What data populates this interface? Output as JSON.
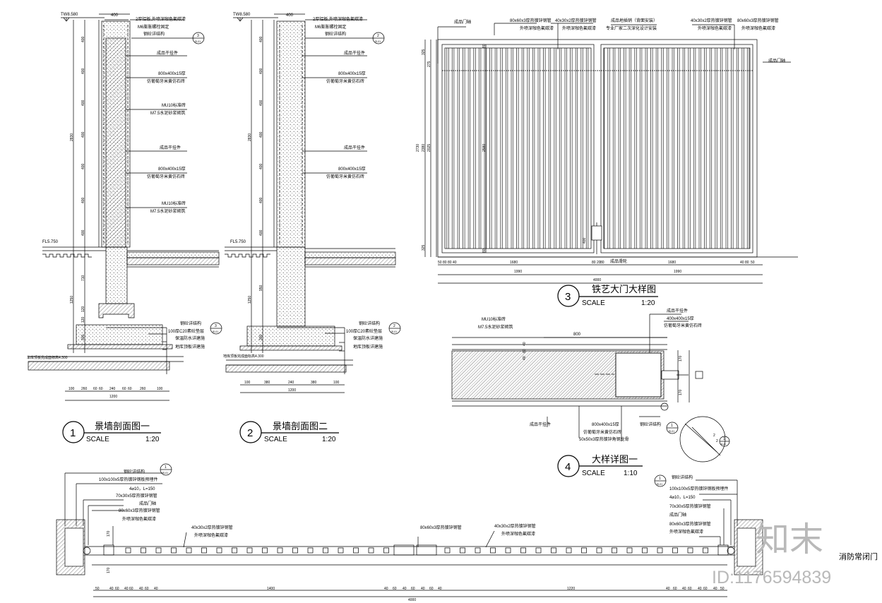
{
  "labels": {
    "tw1": "TW8.580",
    "tw2": "TW8.580",
    "fl1": "FL5.750",
    "fl2": "FL5.750",
    "bottom1": "车库顶板完成面标高4.300",
    "bottom2": "地库顶板完成面标高4.300",
    "s1_top": "2厚铝板,外喷深咖色氟碳漆",
    "s1_bolt": "M6膨胀螺栓固定",
    "s1_steel": "钢砼详结构",
    "s1_hang1": "成品干挂件",
    "s1_stone1a": "800x400x15厚",
    "s1_stone1b": "仿葡萄牙米黄仿石砖",
    "s1_brick1a": "MU10标准砖",
    "s1_brick1b": "M7.5水泥砂浆砌筑",
    "s1_hang2": "成品干挂件",
    "s1_stone2a": "800x400x15厚",
    "s1_stone2b": "仿葡萄牙米黄仿石砖",
    "s1_brick2a": "MU10标准砖",
    "s1_brick2b": "M7.5水泥砂浆砌筑",
    "s1_found1": "钢砼详结构",
    "s1_found2": "100厚C20素砼垫层",
    "s1_found3": "保温防水详建施",
    "s1_found4": "地库顶板详建施",
    "s2_top": "2厚铝板,外喷深咖色氟碳漆",
    "s2_bolt": "M6膨胀螺栓固定",
    "s2_steel": "钢砼详结构",
    "s2_hang1": "成品干挂件",
    "s2_stone1a": "800x400x15厚",
    "s2_stone1b": "仿葡萄牙米黄仿石砖",
    "s2_hang2": "成品干挂件",
    "s2_stone2a": "800x400x15厚",
    "s2_stone2b": "仿葡萄牙米黄仿石砖",
    "s2_found1": "钢砼详结构",
    "s2_found2": "100厚C20素砼垫层",
    "s2_found3": "保温防水详建施",
    "s2_found4": "地库顶板详建施",
    "g_hinge": "成品门轴",
    "g_pipe1a": "80x60x3厚热镀锌钢管",
    "g_pipe1b": "外喷深咖色氟碳漆",
    "g_pipe2a": "40x30x2厚热镀锌钢管",
    "g_pipe2b": "外喷深咖色氟碳漆",
    "g_lock1": "成品地插销（背面安装）",
    "g_lock2": "专业厂家二次深化设计安装",
    "g_pipe3a": "40x30x2厚热镀锌钢管",
    "g_pipe3b": "外喷深咖色氟碳漆",
    "g_pipe4a": "80x60x3厚热镀锌钢管",
    "g_pipe4b": "外喷深咖色氟碳漆",
    "g_hinge_r": "成品门轴",
    "g_rail": "成品滑轮",
    "d_brick1": "MU10标准砖",
    "d_brick2": "M7.5水泥砂浆砌筑",
    "d_hang": "成品干挂件",
    "d_stone1": "400x400x15厚",
    "d_stone2": "仿葡萄牙米黄仿石砖",
    "d_hang_b": "成品干挂件",
    "d_stone_b1": "800x400x15厚",
    "d_stone_b2": "仿葡萄牙米黄仿石砖",
    "d_steel_b": "50x50x3厚热镀锌角钢龙骨",
    "d_steel_c": "钢砼详结构",
    "p_steel": "钢砼详结构",
    "p_plate": "100x100x5厚热镀锌钢板预埋件",
    "p_bolt": "4⌀10，L=150",
    "p_pipe1": "70x30x5厚热镀锌钢管",
    "p_hinge": "成品门轴",
    "p_pipe2": "80x60x3厚热镀锌钢管",
    "p_paint": "外喷深咖色氟碳漆",
    "p_mid1a": "40x30x2厚热镀锌钢管",
    "p_mid1b": "外喷深咖色氟碳漆",
    "p_mid2": "80x60x3厚热镀锌钢管",
    "p_mid3a": "40x30x2厚热镀锌钢管",
    "p_mid3b": "外喷深咖色氟碳漆",
    "p_r_steel": "钢砼详结构",
    "p_r_plate": "100x100x5厚热镀锌钢板预埋件",
    "p_r_bolt": "4⌀10，L=150",
    "p_r_pipe1": "70x30x5厚热镀锌钢管",
    "p_r_hinge": "成品门轴",
    "p_r_pipe2": "80x60x3厚热镀锌钢管",
    "p_r_paint": "外喷深咖色氟碳漆",
    "fire_door": "消防常闭门",
    "id_text": "ID:1176594839",
    "brand": "知末"
  },
  "titles": {
    "t1": {
      "num": "1",
      "name": "景墙剖面图一",
      "scale_label": "SCALE",
      "scale": "1:20"
    },
    "t2": {
      "num": "2",
      "name": "景墙剖面图二",
      "scale_label": "SCALE",
      "scale": "1:20"
    },
    "t3": {
      "num": "3",
      "name": "铁艺大门大样图",
      "scale_label": "SCALE",
      "scale": "1:20"
    },
    "t4": {
      "num": "4",
      "name": "大样详图一",
      "scale_label": "SCALE",
      "scale": "1:10"
    }
  },
  "refs": {
    "r1": {
      "num": "3",
      "sheet": "JS-01"
    },
    "r2": {
      "num": "3",
      "sheet": "JS-01"
    },
    "r3": {
      "num": "2",
      "sheet": "JS-01"
    },
    "r4": {
      "num": "2",
      "sheet": "JS-01"
    },
    "r5": {
      "num": "1",
      "sheet": "JS-01"
    },
    "r6": {
      "num": "1",
      "sheet": "JS-01"
    },
    "r7": {
      "num": "1",
      "sheet": "JS-01"
    },
    "r8": {
      "num": "1",
      "sheet": "JS-01"
    }
  },
  "dims": {
    "s1_top": "400",
    "s1_v": [
      "400",
      "400",
      "400",
      "400",
      "400",
      "400",
      "400"
    ],
    "s1_total": "2830",
    "s1_below": [
      "710",
      "120",
      "120",
      "300"
    ],
    "s1_below_total": "1250",
    "s1_bottom": [
      "100",
      "260",
      "60",
      "60",
      "240",
      "60",
      "60",
      "260",
      "100"
    ],
    "s1_bottom_total": "1200",
    "s2_top": "400",
    "s2_v": [
      "400",
      "400",
      "400",
      "400",
      "400",
      "400",
      "400"
    ],
    "s2_total": "2830",
    "s2_below": [
      "950",
      "300"
    ],
    "s2_below_total": "1250",
    "s2_bottom": [
      "100",
      "380",
      "240",
      "380",
      "100"
    ],
    "s2_bottom_total": "1200",
    "g_left": [
      "325",
      "275",
      "2730",
      "2380",
      "2025",
      "325"
    ],
    "g_inner": [
      "80",
      "2580",
      "80"
    ],
    "g_bottom": [
      "50",
      "80",
      "80",
      "40",
      "1680",
      "80",
      "20",
      "80",
      "1680",
      "40",
      "80",
      "50"
    ],
    "g_half": [
      "1990",
      "1990"
    ],
    "g_total": "4000",
    "g_gap": "400",
    "d_top": "800",
    "d_right": [
      "170",
      "170"
    ],
    "d_left": [
      "40",
      "60",
      "40"
    ],
    "d_small": [
      "2",
      "2"
    ],
    "p_v": [
      "170",
      "170"
    ],
    "p_bottom_left": [
      "50",
      "40",
      "60",
      "40",
      "60",
      "40",
      "60",
      "40"
    ],
    "p_mid": "1400",
    "p_mid_small": [
      "40",
      "60",
      "40",
      "60",
      "40",
      "60",
      "40"
    ],
    "p_mid2": "1220",
    "p_bottom_right": [
      "40",
      "60",
      "40",
      "60",
      "40",
      "60",
      "40",
      "50"
    ],
    "p_total": "4000"
  },
  "colors": {
    "line": "#000000",
    "watermark": "#c8c8c8",
    "id_text": "#b5b5b5"
  }
}
